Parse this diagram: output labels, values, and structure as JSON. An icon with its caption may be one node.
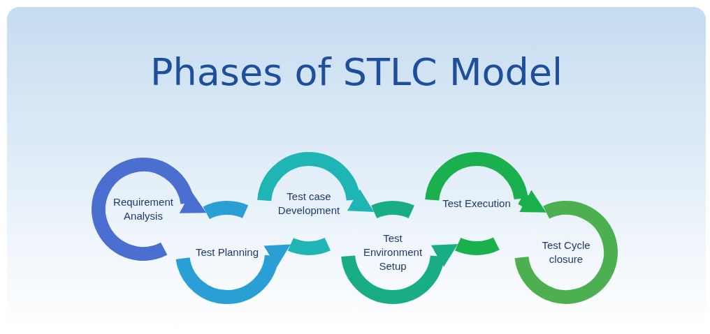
{
  "diagram": {
    "title": "Phases of STLC Model",
    "nodes": [
      {
        "text": [
          "Requirement Analysis"
        ]
      },
      {
        "text": [
          "Test Planning"
        ]
      },
      {
        "text": [
          "Test case Development"
        ]
      },
      {
        "text": [
          "Test Environment Setup"
        ]
      },
      {
        "text": [
          "Test Execution"
        ]
      },
      {
        "text": [
          "Test Cycle closure"
        ]
      }
    ],
    "edges": [
      {
        "from": 0,
        "to": 1,
        "arrow": "to",
        "color": "#4a6fd0"
      },
      {
        "from": 1,
        "to": 2,
        "arrow": "to",
        "color": "#2a9fd6"
      },
      {
        "from": 2,
        "to": 3,
        "arrow": "to",
        "color": "#1fb5b5"
      },
      {
        "from": 3,
        "to": 4,
        "arrow": "to",
        "color": "#18ad84"
      },
      {
        "from": 4,
        "to": 5,
        "arrow": "to",
        "color": "#1bb04e"
      }
    ]
  }
}
